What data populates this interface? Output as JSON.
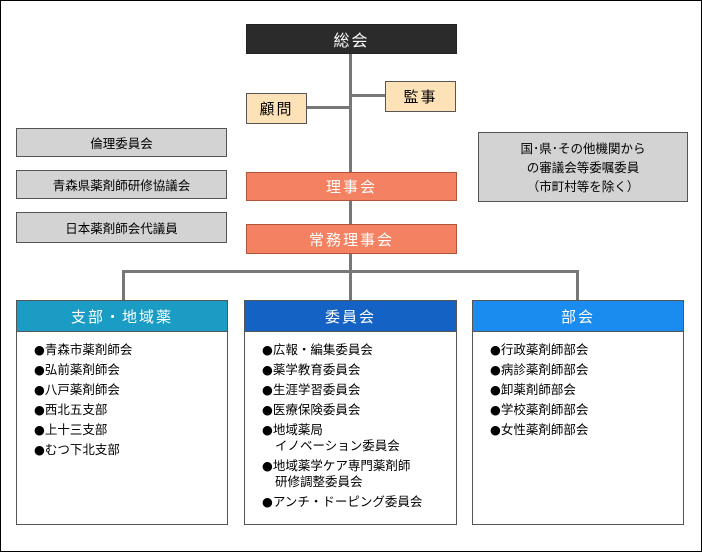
{
  "top": {
    "soukai": "総会"
  },
  "advisors": {
    "komon": "顧問",
    "kanji": "監事"
  },
  "side_left": [
    "倫理委員会",
    "青森県薬剤師研修協議会",
    "日本薬剤師会代議員"
  ],
  "side_right": [
    "国･県･その他機関から",
    "の審議会等委嘱委員",
    "（市町村等を除く）"
  ],
  "core": {
    "rijikai": "理事会",
    "jomu": "常務理事会"
  },
  "panels": {
    "shibu": {
      "title": "支部・地域薬",
      "color": "#1a9cc4",
      "items": [
        "●青森市薬剤師会",
        "●弘前薬剤師会",
        "●八戸薬剤師会",
        "●西北五支部",
        "●上十三支部",
        "●むつ下北支部"
      ]
    },
    "iinkai": {
      "title": "委員会",
      "color": "#1463c4",
      "items": [
        "●広報・編集委員会",
        "●薬学教育委員会",
        "●生涯学習委員会",
        "●医療保険委員会"
      ],
      "multi": [
        [
          "●地域薬局",
          "イノベーション委員会"
        ],
        [
          "●地域薬学ケア専門薬剤師",
          "研修調整委員会"
        ]
      ],
      "last": "●アンチ・ドーピング委員会"
    },
    "bukai": {
      "title": "部会",
      "color": "#1a8cf0",
      "items": [
        "●行政薬剤師部会",
        "●病診薬剤師部会",
        "●卸薬剤師部会",
        "●学校薬剤師部会",
        "●女性薬剤師部会"
      ]
    }
  }
}
